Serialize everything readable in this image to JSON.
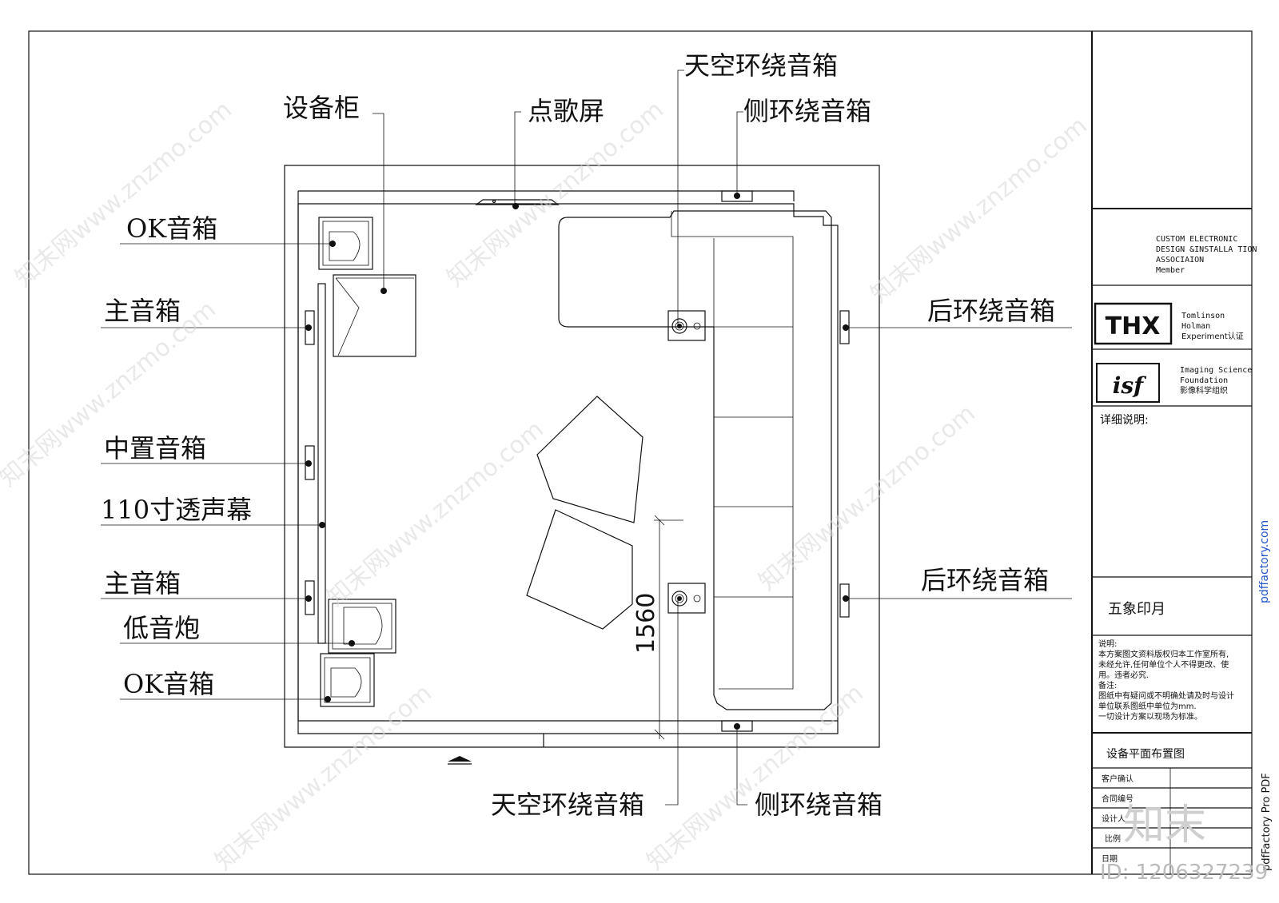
{
  "labels": {
    "sky_surround_top": "天空环绕音箱",
    "side_surround_top": "侧环绕音箱",
    "equipment_cabinet": "设备柜",
    "song_screen": "点歌屏",
    "ok_speaker_top": "OK音箱",
    "main_speaker_top": "主音箱",
    "center_speaker": "中置音箱",
    "screen_110": "110寸透声幕",
    "main_speaker_bottom": "主音箱",
    "subwoofer": "低音炮",
    "ok_speaker_bottom": "OK音箱",
    "rear_surround_top": "后环绕音箱",
    "rear_surround_bottom": "后环绕音箱",
    "sky_surround_bottom": "天空环绕音箱",
    "side_surround_bottom": "侧环绕音箱",
    "dimension": "1560"
  },
  "title_block": {
    "cedia_1": "CUSTOM ELECTRONIC",
    "cedia_2": "DESIGN &INSTALLA TION",
    "cedia_3": "ASSOCIAION",
    "cedia_4": "Member",
    "thx_logo": "THX",
    "thx_1": "Tomlinson",
    "thx_2": "Holman",
    "thx_3": "Experiment认证",
    "isf_logo": "isf",
    "isf_1": "Imaging Science",
    "isf_2": "Foundation",
    "isf_3": "影像科学组织",
    "details_label": "详细说明:",
    "company": "五象印月",
    "note_1": "说明:",
    "note_2": "本方案图文资料版权归本工作室所有,",
    "note_3": "未经允许,任何单位个人不得更改、使",
    "note_4": "用。违者必究.",
    "note_5": "备注:",
    "note_6": "图纸中有疑问或不明确处请及时与设计",
    "note_7": "单位联系图纸中单位为mm.",
    "note_8": "一切设计方案以现场为标准。",
    "drawing_title": "设备平面布置图",
    "row_1": "客户确认",
    "row_2": "合同编号",
    "row_3": "设计人",
    "row_4": "比例",
    "row_5": "日期"
  },
  "overlays": {
    "pdf_vertical": "pdfFactory Pro PDF",
    "pdf_link": "pdffactory.com",
    "watermark": "知末网www.znzmo.com",
    "brand": "知末",
    "id_text": "ID: 1206327239"
  }
}
